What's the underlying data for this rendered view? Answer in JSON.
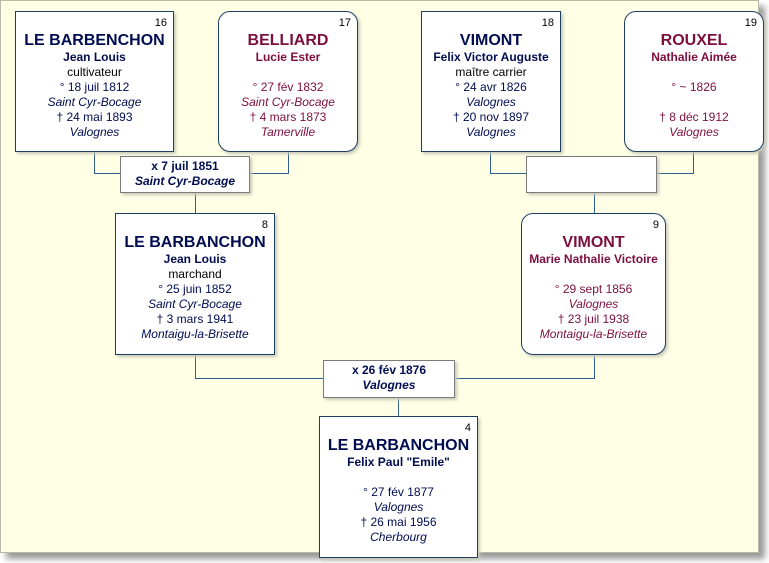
{
  "colors": {
    "male": "#000c50",
    "female": "#7d0f3f",
    "connector": "#2f5f8a",
    "background": "#ffffe6"
  },
  "persons": {
    "p16": {
      "num": "16",
      "surname": "LE BARBENCHON",
      "given": "Jean Louis",
      "occupation": "cultivateur",
      "birth": "° 18 juil 1812",
      "birth_place": "Saint Cyr-Bocage",
      "death": "† 24 mai 1893",
      "death_place": "Valognes"
    },
    "p17": {
      "num": "17",
      "surname": "BELLIARD",
      "given": "Lucie Ester",
      "birth": "° 27 fév 1832",
      "birth_place": "Saint Cyr-Bocage",
      "death": "† 4 mars 1873",
      "death_place": "Tamerville"
    },
    "p18": {
      "num": "18",
      "surname": "VIMONT",
      "given": "Felix Victor Auguste",
      "occupation": "maître carrier",
      "birth": "° 24 avr 1826",
      "birth_place": "Valognes",
      "death": "† 20 nov 1897",
      "death_place": "Valognes"
    },
    "p19": {
      "num": "19",
      "surname": "ROUXEL",
      "given": "Nathalie Aimée",
      "birth": "° ~ 1826",
      "death": "† 8 déc 1912",
      "death_place": "Valognes"
    },
    "p8": {
      "num": "8",
      "surname": "LE BARBANCHON",
      "given": "Jean Louis",
      "occupation": "marchand",
      "birth": "° 25 juin 1852",
      "birth_place": "Saint Cyr-Bocage",
      "death": "† 3 mars 1941",
      "death_place": "Montaigu-la-Brisette"
    },
    "p9": {
      "num": "9",
      "surname": "VIMONT",
      "given": "Marie Nathalie Victoire",
      "birth": "° 29 sept 1856",
      "birth_place": "Valognes",
      "death": "† 23 juil 1938",
      "death_place": "Montaigu-la-Brisette"
    },
    "p4": {
      "num": "4",
      "surname": "LE BARBANCHON",
      "given": "Felix Paul \"Emile\"",
      "birth": "° 27 fév 1877",
      "birth_place": "Valognes",
      "death": "† 26 mai 1956",
      "death_place": "Cherbourg"
    }
  },
  "marriages": {
    "m16_17": {
      "date": "x 7 juil 1851",
      "place": "Saint Cyr-Bocage"
    },
    "m18_19": {
      "date": "",
      "place": ""
    },
    "m8_9": {
      "date": "x 26 fév 1876",
      "place": "Valognes"
    }
  }
}
